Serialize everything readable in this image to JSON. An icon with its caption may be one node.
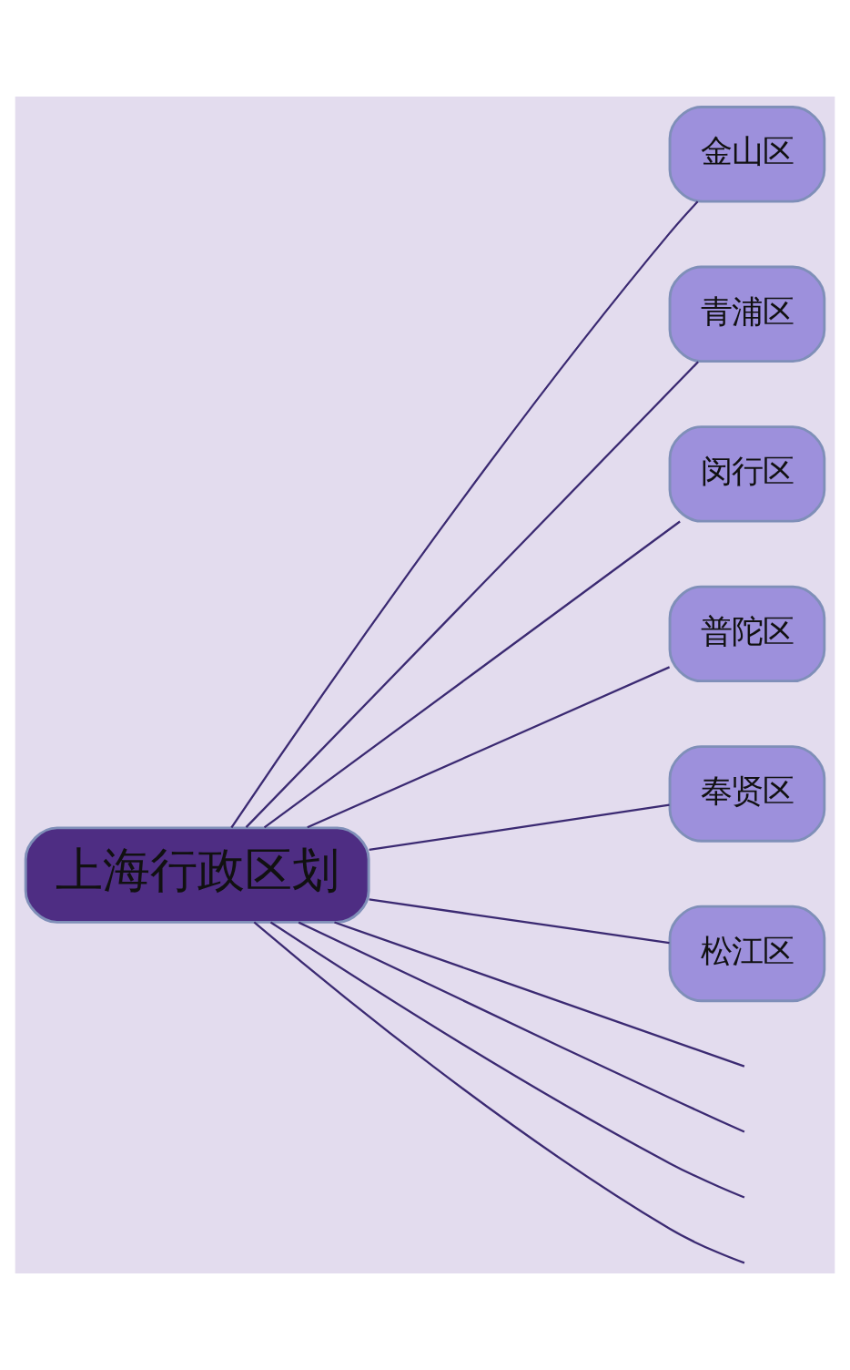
{
  "diagram": {
    "nodes": [
      {
        "text": [
          "上海行政区划"
        ]
      },
      {
        "text": [
          "金山区"
        ]
      },
      {
        "text": [
          "青浦区"
        ]
      },
      {
        "text": [
          "闵行区"
        ]
      },
      {
        "text": [
          "普陀区"
        ]
      },
      {
        "text": [
          "奉贤区"
        ]
      },
      {
        "text": [
          "松江区"
        ]
      }
    ],
    "edges": [
      {
        "from": 0,
        "to": 1,
        "arrow": "none"
      },
      {
        "from": 0,
        "to": 2,
        "arrow": "none"
      },
      {
        "from": 0,
        "to": 3,
        "arrow": "none"
      },
      {
        "from": 0,
        "to": 4,
        "arrow": "none"
      },
      {
        "from": 0,
        "to": 5,
        "arrow": "none"
      },
      {
        "from": 0,
        "to": 6,
        "arrow": "none"
      },
      {
        "from": 0,
        "to": null,
        "arrow": "none"
      },
      {
        "from": 0,
        "to": null,
        "arrow": "none"
      },
      {
        "from": 0,
        "to": null,
        "arrow": "none"
      },
      {
        "from": 0,
        "to": null,
        "arrow": "none"
      }
    ]
  }
}
